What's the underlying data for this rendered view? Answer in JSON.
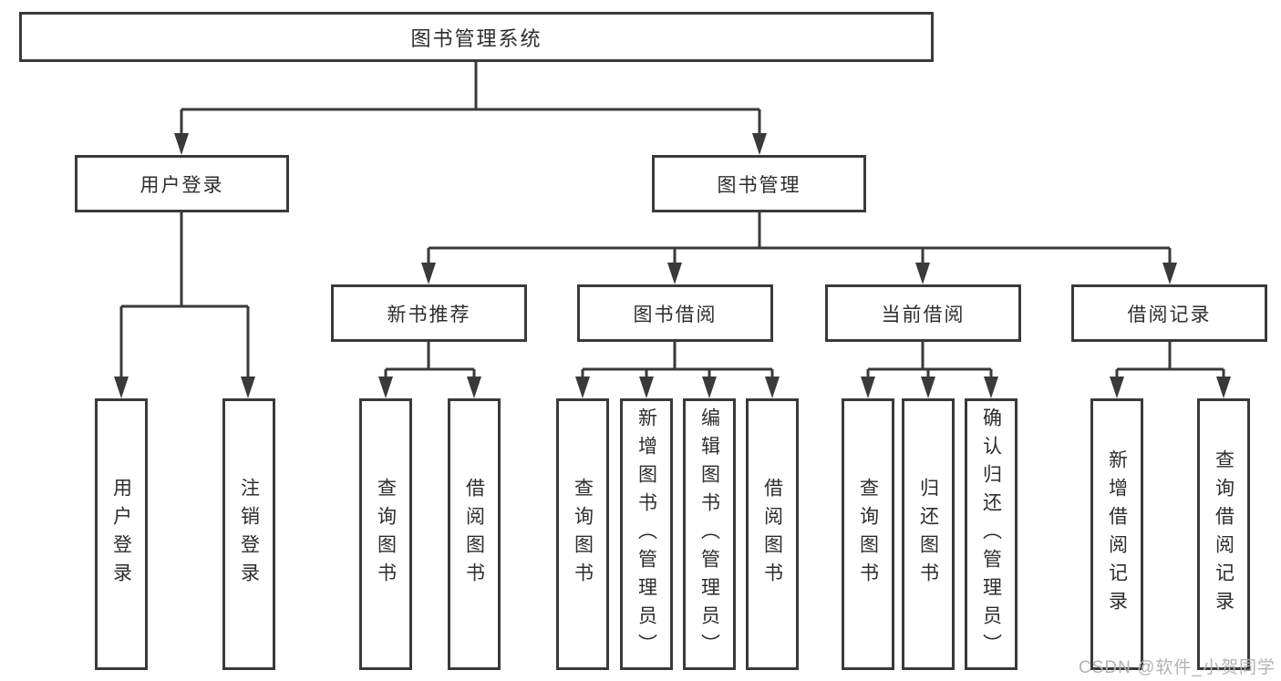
{
  "colors": {
    "bg": "#ffffff",
    "line": "#3a3a3a",
    "text": "#2d2d2d",
    "watermark": "#b3b3b3"
  },
  "diagram": {
    "root": "图书管理系统",
    "branches": [
      {
        "label": "用户登录",
        "children": [
          "用户登录",
          "注销登录"
        ]
      },
      {
        "label": "图书管理",
        "children": [
          {
            "label": "新书推荐",
            "children": [
              "查询图书",
              "借阅图书"
            ]
          },
          {
            "label": "图书借阅",
            "children": [
              "查询图书",
              "新增图书（管理员）",
              "编辑图书（管理员）",
              "借阅图书"
            ]
          },
          {
            "label": "当前借阅",
            "children": [
              "查询图书",
              "归还图书",
              "确认归还（管理员）"
            ]
          },
          {
            "label": "借阅记录",
            "children": [
              "新增借阅记录",
              "查询借阅记录"
            ]
          }
        ]
      }
    ]
  },
  "watermark": "CSDN @软件_小贺同学"
}
